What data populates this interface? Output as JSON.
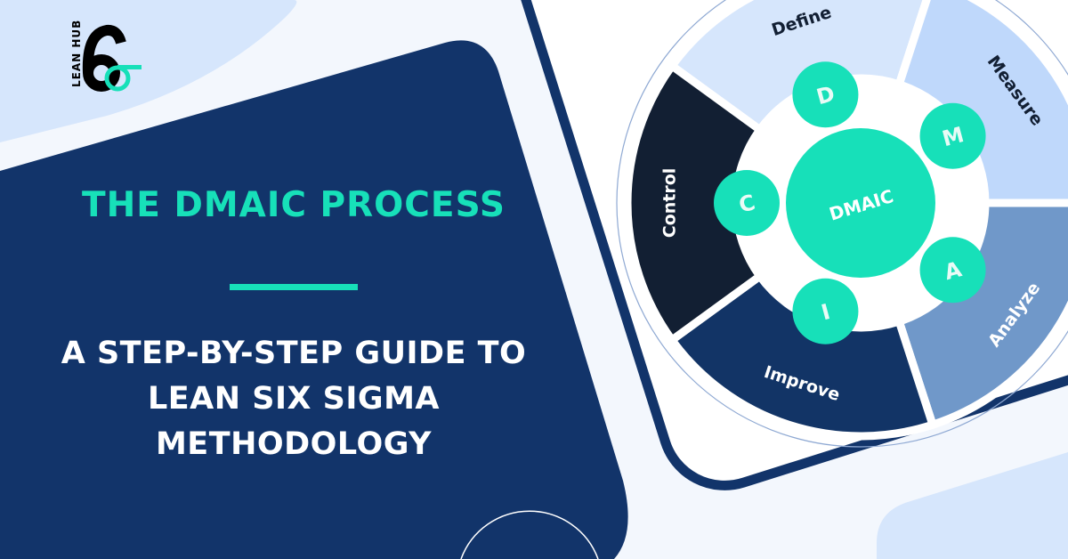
{
  "logo": {
    "brand_text": "LEAN HUB",
    "numeral": "6",
    "symbol": "σ"
  },
  "title": "THE DMAIC PROCESS",
  "subtitle_lines": [
    "A STEP-BY-STEP GUIDE TO",
    "LEAN SIX SIGMA",
    "METHODOLOGY"
  ],
  "colors": {
    "navy": "#12346a",
    "teal": "#17e0b9",
    "background": "#f3f7fd",
    "light_blue": "#d6e6fc"
  },
  "diagram": {
    "center_label": "DMAIC",
    "segments": [
      {
        "label": "Define",
        "letter": "D",
        "color": "#d6e6fc",
        "text_color": "#121f33"
      },
      {
        "label": "Measure",
        "letter": "M",
        "color": "#bfd8fb",
        "text_color": "#121f33"
      },
      {
        "label": "Analyze",
        "letter": "A",
        "color": "#7098c9",
        "text_color": "#ffffff"
      },
      {
        "label": "Improve",
        "letter": "I",
        "color": "#123466",
        "text_color": "#ffffff"
      },
      {
        "label": "Control",
        "letter": "C",
        "color": "#121f33",
        "text_color": "#ffffff"
      }
    ]
  }
}
